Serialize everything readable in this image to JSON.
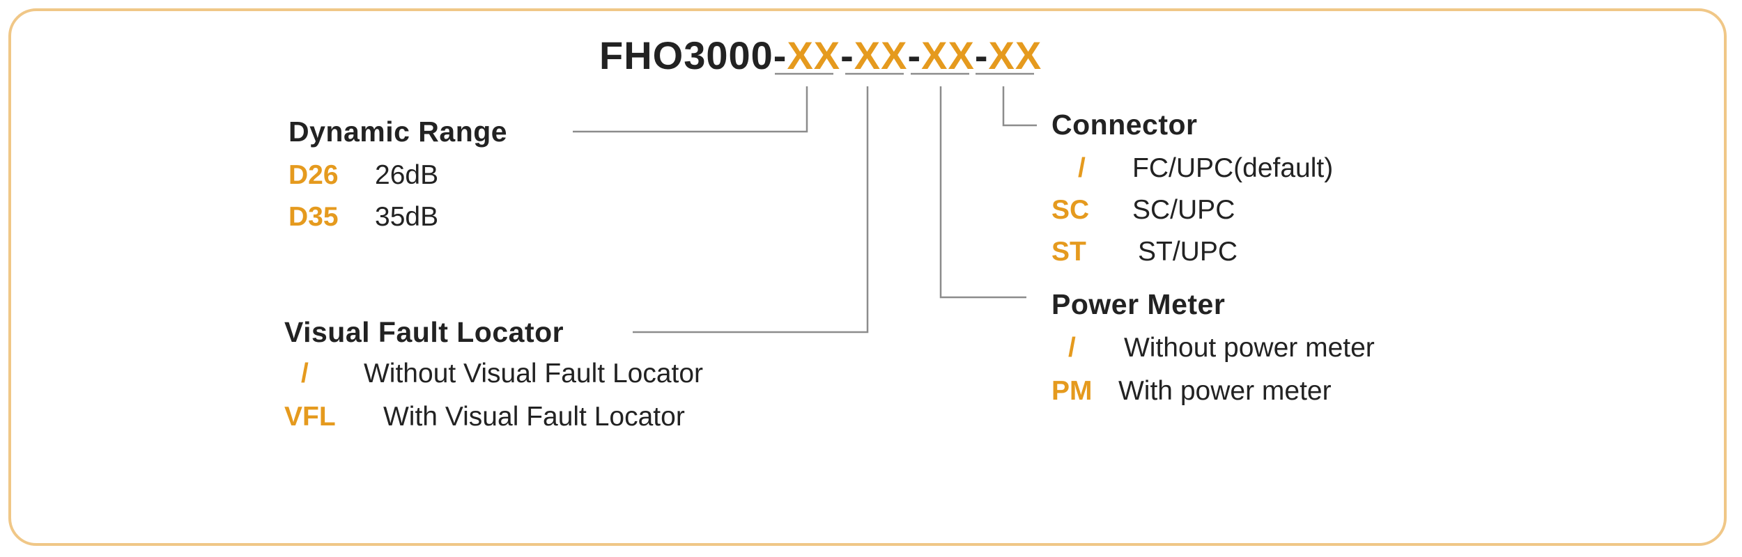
{
  "model_code": {
    "prefix": "FHO3000-",
    "parts": [
      "XX",
      "XX",
      "XX",
      "XX"
    ],
    "separator": "-"
  },
  "groups": {
    "dynamic_range": {
      "title": "Dynamic Range",
      "options": [
        {
          "code": "D26",
          "label": "26dB"
        },
        {
          "code": "D35",
          "label": "35dB"
        }
      ]
    },
    "visual_fault_locator": {
      "title": "Visual Fault Locator",
      "options": [
        {
          "code": "/",
          "label": "Without Visual Fault Locator"
        },
        {
          "code": "VFL",
          "label": "With Visual Fault Locator"
        }
      ]
    },
    "connector": {
      "title": "Connector",
      "options": [
        {
          "code": "/",
          "label": "FC/UPC(default)"
        },
        {
          "code": "SC",
          "label": "SC/UPC"
        },
        {
          "code": "ST",
          "label": "ST/UPC"
        }
      ]
    },
    "power_meter": {
      "title": "Power Meter",
      "options": [
        {
          "code": "/",
          "label": "Without power meter"
        },
        {
          "code": "PM",
          "label": "With power meter"
        }
      ]
    }
  },
  "colors": {
    "accent": "#e59a1e",
    "border": "#f0c787",
    "text": "#222222",
    "line": "#8c8c8c"
  }
}
